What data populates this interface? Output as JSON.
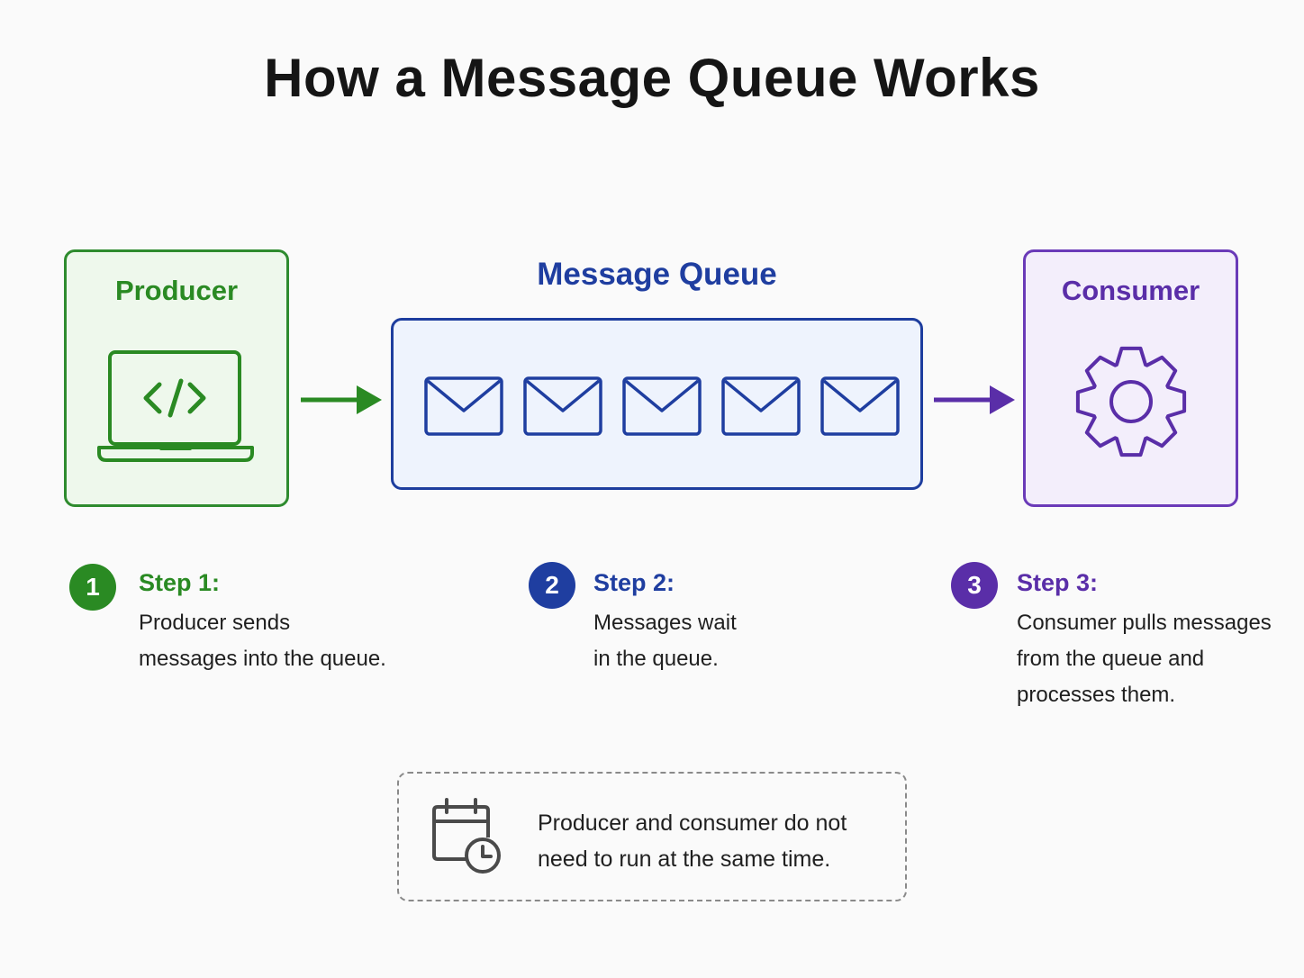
{
  "title": "How a Message Queue Works",
  "producer": {
    "label": "Producer",
    "icon": "laptop-code-icon"
  },
  "queue": {
    "label": "Message Queue",
    "message_icon": "envelope-icon",
    "message_count": 5
  },
  "consumer": {
    "label": "Consumer",
    "icon": "gear-icon"
  },
  "steps": [
    {
      "number": "1",
      "title": "Step 1:",
      "lines": [
        "Producer sends",
        "messages into the queue."
      ]
    },
    {
      "number": "2",
      "title": "Step 2:",
      "lines": [
        "Messages wait",
        "in the queue."
      ]
    },
    {
      "number": "3",
      "title": "Step 3:",
      "lines": [
        "Consumer pulls messages",
        "from the queue and",
        "processes them."
      ]
    }
  ],
  "note": {
    "icon": "calendar-clock-icon",
    "lines": [
      "Producer and consumer do not",
      "need to run at the same time."
    ]
  },
  "colors": {
    "producer": "#2a8a23",
    "queue": "#1f3ea0",
    "consumer": "#5a2ea8",
    "note_border": "#8a8a8a"
  }
}
